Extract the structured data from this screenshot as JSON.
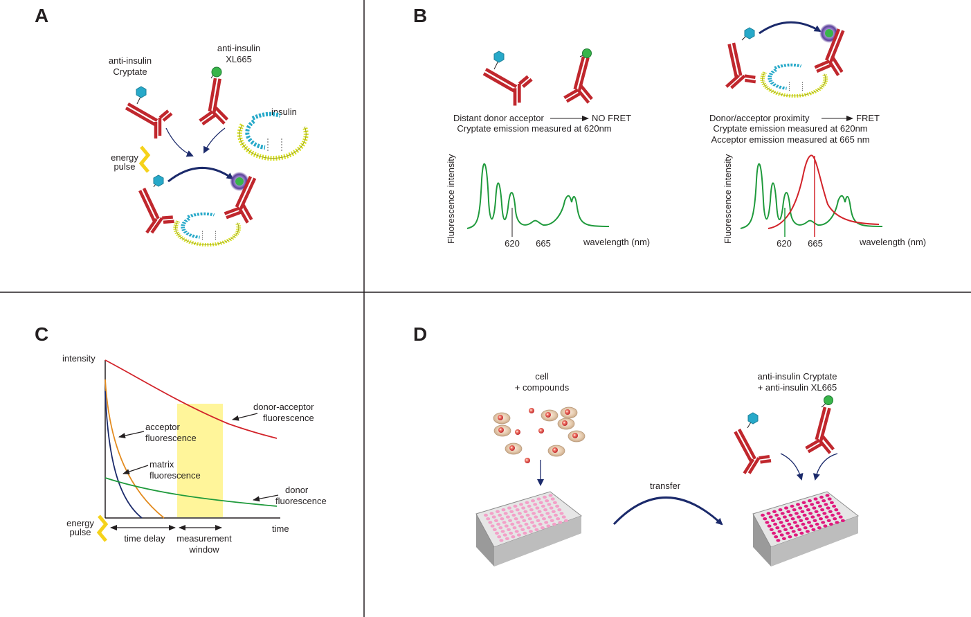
{
  "panels": {
    "a": {
      "letter": "A",
      "cryptate_label_1": "anti-insulin",
      "cryptate_label_2": "Cryptate",
      "xl_label_1": "anti-insulin",
      "xl_label_2": "XL665",
      "insulin_label": "insulin",
      "pulse_label_1": "energy",
      "pulse_label_2": "pulse"
    },
    "b": {
      "letter": "B",
      "left": {
        "line1_prefix": "Distant donor acceptor",
        "line1_suffix": "NO FRET",
        "line2": "Cryptate emission measured at 620nm",
        "ylabel": "Fluorescence intensity",
        "tick_620": "620",
        "tick_665": "665",
        "xlabel": "wavelength (nm)"
      },
      "right": {
        "line1_prefix": "Donor/acceptor proximity",
        "line1_suffix": "FRET",
        "line2": "Cryptate emission measured at 620nm",
        "line3": "Acceptor emission measured at 665 nm",
        "ylabel": "Fluorescence intensity",
        "tick_620": "620",
        "tick_665": "665",
        "xlabel": "wavelength (nm)"
      }
    },
    "c": {
      "letter": "C",
      "ylabel": "intensity",
      "xlabel": "time",
      "donor_acceptor_1": "donor-acceptor",
      "donor_acceptor_2": "fluorescence",
      "acceptor_1": "acceptor",
      "acceptor_2": "fluorescence",
      "matrix_1": "matrix",
      "matrix_2": "fluorescence",
      "donor_1": "donor",
      "donor_2": "fluorescence",
      "pulse_1": "energy",
      "pulse_2": "pulse",
      "time_delay": "time delay",
      "window_1": "measurement",
      "window_2": "window"
    },
    "d": {
      "letter": "D",
      "cell_label_1": "cell",
      "cell_label_2": "+ compounds",
      "reagent_label_1": "anti-insulin Cryptate",
      "reagent_label_2": "+ anti-insulin XL665",
      "transfer_label": "transfer"
    }
  },
  "colors": {
    "antibody": "#c0272d",
    "donor_hexagon": "#27a9c9",
    "acceptor_sphere": "#39b54a",
    "glow": "#5b3f9a",
    "insulin_yellow": "#d7df23",
    "insulin_blue": "#27a9c9",
    "arrow_navy": "#1b2a6b",
    "pulse_yellow": "#f5d21b",
    "green_trace": "#1f9a3c",
    "red_trace": "#d2232a",
    "orange_trace": "#e38b1f",
    "navy_trace": "#1b2a6b",
    "window_yellow": "#fff59a",
    "plate_pink_light": "#f3a0c8",
    "plate_pink_dark": "#e0197d"
  },
  "icons": [
    "antibody-icon",
    "hexagon-donor-icon",
    "green-acceptor-icon",
    "insulin-icon",
    "energy-pulse-icon",
    "cell-icon",
    "microplate-icon"
  ]
}
